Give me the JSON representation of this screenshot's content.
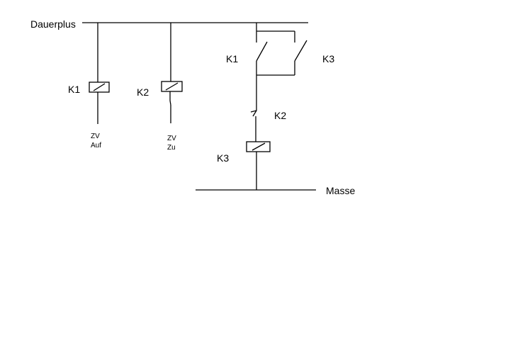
{
  "labels": {
    "supply": "Dauerplus",
    "ground": "Masse",
    "k1_coil": "K1",
    "k2_coil": "K2",
    "k1_contact": "K1",
    "k3_contact": "K3",
    "k2_contact": "K2",
    "k3_coil": "K3",
    "k1_output_line1": "ZV",
    "k1_output_line2": "Auf",
    "k2_output_line1": "ZV",
    "k2_output_line2": "Zu"
  },
  "colors": {
    "line": "#000000",
    "background": "#ffffff"
  }
}
